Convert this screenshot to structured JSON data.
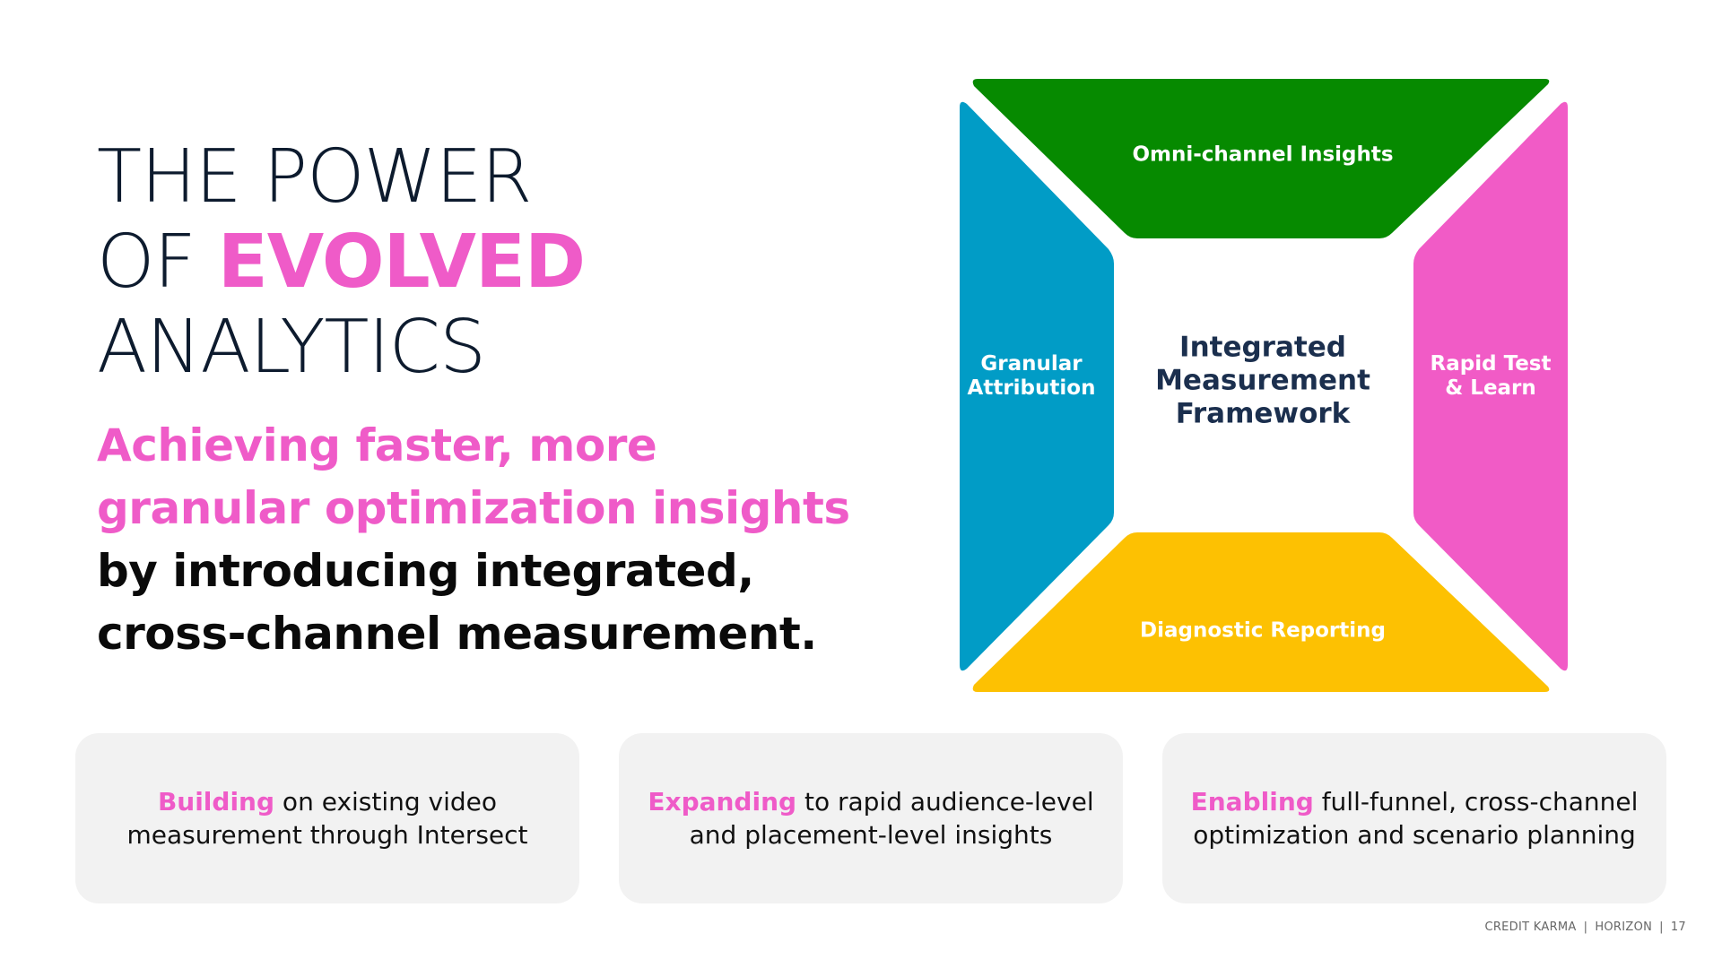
{
  "title": {
    "line1": "THE POWER",
    "line2_prefix": "OF ",
    "line2_accent": "EVOLVED",
    "line3": "ANALYTICS"
  },
  "subtitle": {
    "pink_line1": "Achieving faster, more",
    "pink_line2": "granular optimization insights",
    "dark_line1": "by introducing integrated,",
    "dark_line2": "cross-channel measurement."
  },
  "framework": {
    "center_lines": [
      "Integrated",
      "Measurement",
      "Framework"
    ],
    "top": {
      "label": "Omni-channel Insights",
      "color": "#068a00"
    },
    "left": {
      "lines": [
        "Granular",
        "Attribution"
      ],
      "color": "#019cc6"
    },
    "right": {
      "lines": [
        "Rapid Test",
        "& Learn"
      ],
      "color": "#f15bc6"
    },
    "bottom": {
      "label": "Diagnostic Reporting",
      "color": "#fdc102"
    }
  },
  "cards": [
    {
      "keyword": "Building",
      "rest_line1": " on existing video",
      "line2": "measurement through Intersect"
    },
    {
      "keyword": "Expanding",
      "rest_line1": " to rapid audience-level",
      "line2": "and placement-level insights"
    },
    {
      "keyword": "Enabling",
      "rest_line1": " full-funnel, cross-channel",
      "line2": "optimization and scenario planning"
    }
  ],
  "footer": {
    "brand": "CREDIT KARMA",
    "section": "HORIZON",
    "page": "17"
  },
  "colors": {
    "accent_pink": "#ef5bc8",
    "navy": "#0d1b2e",
    "card_bg": "#f2f2f2"
  }
}
